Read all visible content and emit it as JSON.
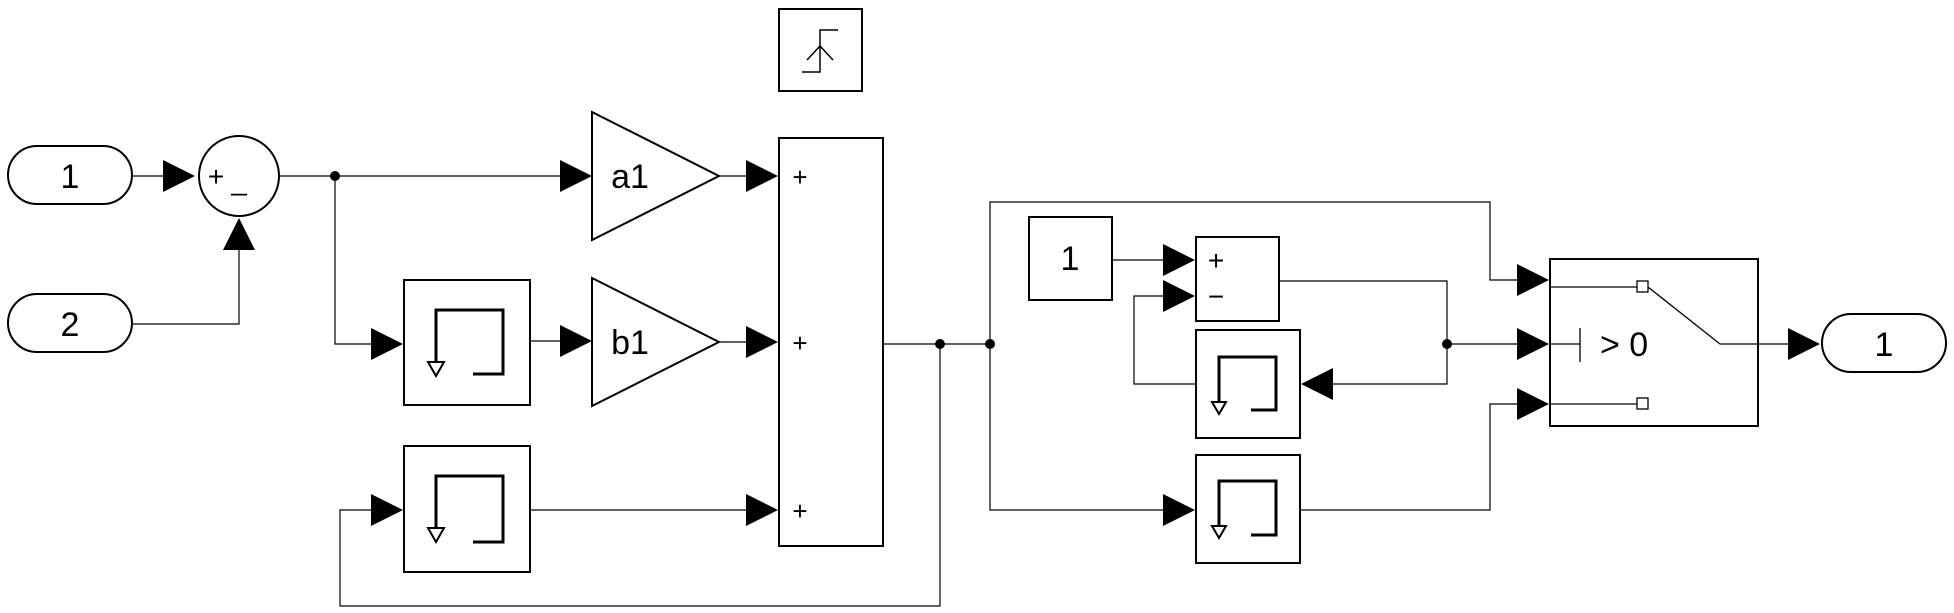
{
  "inports": [
    {
      "id": "inport-1",
      "label": "1"
    },
    {
      "id": "inport-2",
      "label": "2"
    }
  ],
  "outport": {
    "label": "1"
  },
  "sum_block": {
    "plus": "+",
    "minus": "_"
  },
  "gains": [
    {
      "id": "a1",
      "label": "a1"
    },
    {
      "id": "b1",
      "label": "b1"
    }
  ],
  "sum3_signs": [
    "+",
    "+",
    "+"
  ],
  "constant": {
    "value": "1"
  },
  "sum2_signs": [
    "+",
    "−"
  ],
  "switch": {
    "threshold": "> 0"
  },
  "icons": {
    "trigger": "rising-edge-trigger-icon",
    "delay": "unit-delay-icon",
    "switch": "switch-icon"
  }
}
